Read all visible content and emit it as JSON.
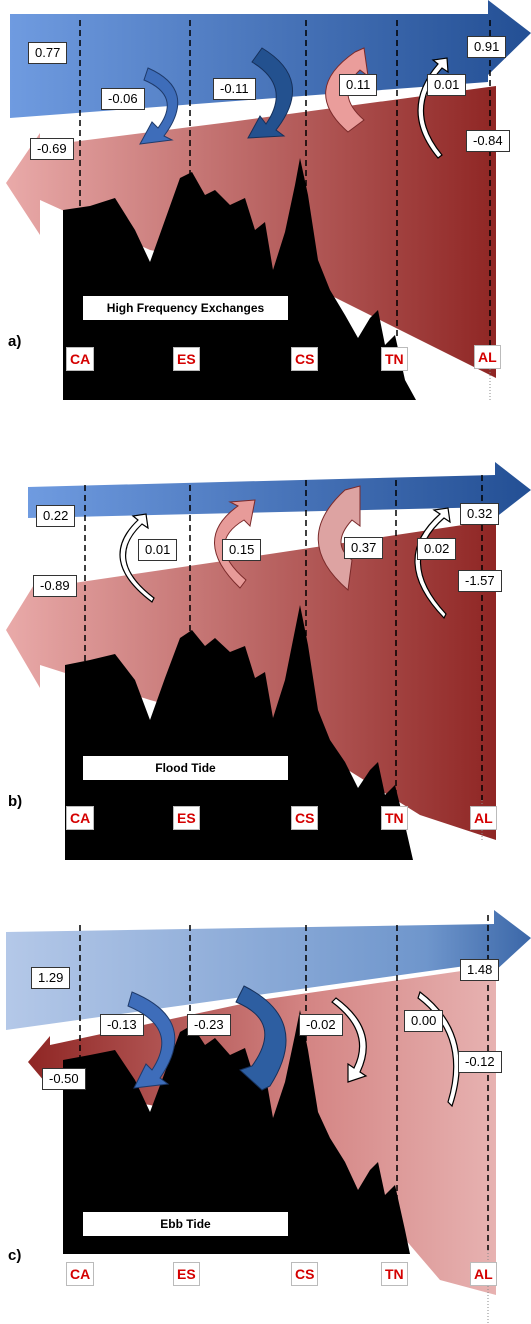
{
  "colors": {
    "surface_flow": "#3a6ab8",
    "bottom_flow": "#a83b3b",
    "terrain": "#000000",
    "station_label": "#d40000"
  },
  "stations": [
    "CA",
    "ES",
    "CS",
    "TN",
    "AL"
  ],
  "panels": [
    {
      "letter": "a)",
      "caption": "High Frequency Exchanges",
      "surface_in": "0.77",
      "surface_out": "0.91",
      "bottom_in": "-0.84",
      "bottom_out": "-0.69",
      "exchanges": [
        "-0.06",
        "-0.11",
        "0.11",
        "0.01"
      ]
    },
    {
      "letter": "b)",
      "caption": "Flood Tide",
      "surface_in": "0.22",
      "surface_out": "0.32",
      "bottom_in": "-1.57",
      "bottom_out": "-0.89",
      "exchanges": [
        "0.01",
        "0.15",
        "0.37",
        "0.02"
      ]
    },
    {
      "letter": "c)",
      "caption": "Ebb Tide",
      "surface_in": "1.29",
      "surface_out": "1.48",
      "bottom_in": "-0.12",
      "bottom_out": "-0.50",
      "exchanges": [
        "-0.13",
        "-0.23",
        "-0.02",
        "0.00"
      ]
    }
  ]
}
